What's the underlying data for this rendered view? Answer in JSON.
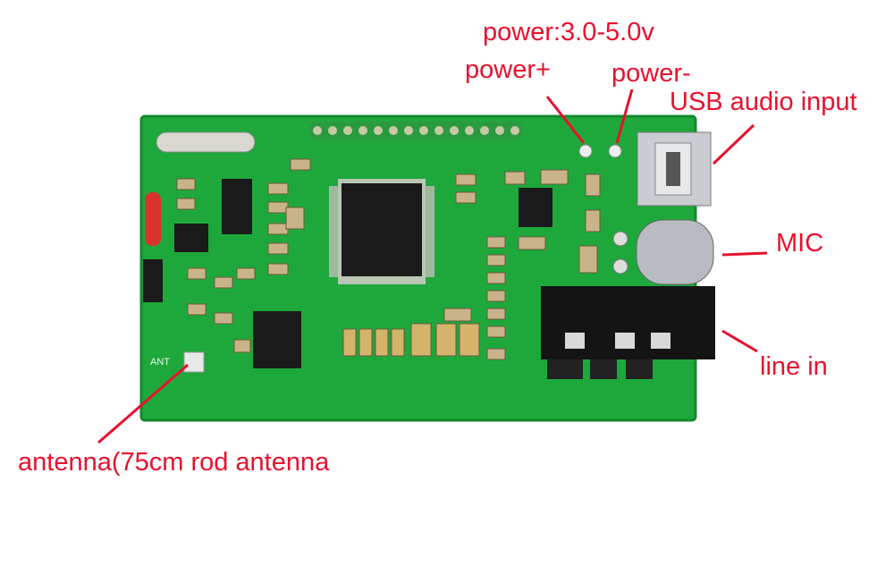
{
  "labels": {
    "power_range": "power:3.0-5.0v",
    "power_plus": "power+",
    "power_minus": "power-",
    "usb": "USB audio input",
    "mic": "MIC",
    "line_in": "line in",
    "antenna": "antenna(75cm rod antenna"
  },
  "board": {
    "silkscreen_ant": "ANT"
  },
  "colors": {
    "board": "#1ea83c",
    "label": "#e8112d",
    "chip": "#1a1a1a"
  }
}
